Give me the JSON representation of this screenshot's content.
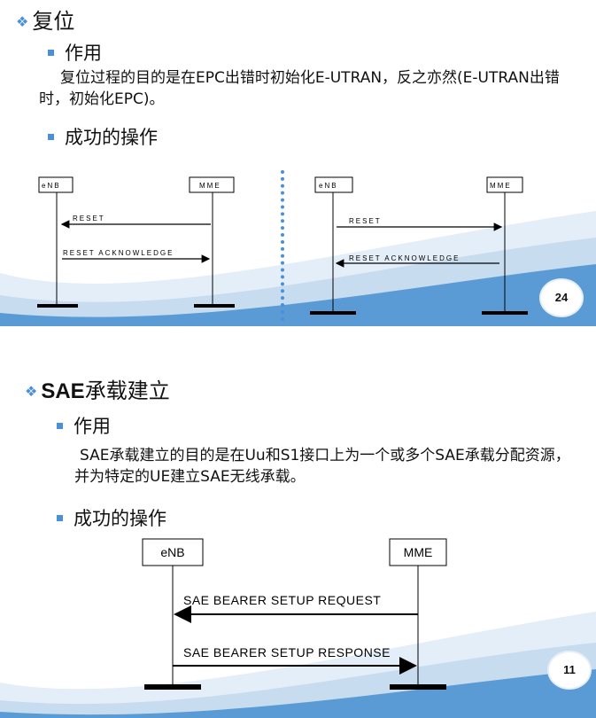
{
  "slide1": {
    "title": "复位",
    "section1_heading": "作用",
    "section1_text": "复位过程的目的是在EPC出错时初始化E-UTRAN，反之亦然(E-UTRAN出错时，初始化EPC)。",
    "section2_heading": "成功的操作",
    "diagram_left": {
      "left_node": "eNB",
      "right_node": "MME",
      "msg1": "RESET",
      "msg2": "RESET ACKNOWLEDGE"
    },
    "diagram_right": {
      "left_node": "eNB",
      "right_node": "MME",
      "msg1": "RESET",
      "msg2": "RESET ACKNOWLEDGE"
    },
    "page_number": "24"
  },
  "slide2": {
    "title_latin": "SAE",
    "title_cjk": "承载建立",
    "section1_heading": "作用",
    "section1_text": "SAE承载建立的目的是在Uu和S1接口上为一个或多个SAE承载分配资源，并为特定的UE建立SAE无线承载。",
    "section2_heading": "成功的操作",
    "diagram": {
      "left_node": "eNB",
      "right_node": "MME",
      "msg1": "SAE BEARER SETUP REQUEST",
      "msg2": "SAE BEARER SETUP RESPONSE"
    },
    "page_number": "11"
  },
  "colors": {
    "accent": "#4a90d9",
    "wave_light": "#dbe9f5",
    "wave_dark": "#3b82c8"
  }
}
